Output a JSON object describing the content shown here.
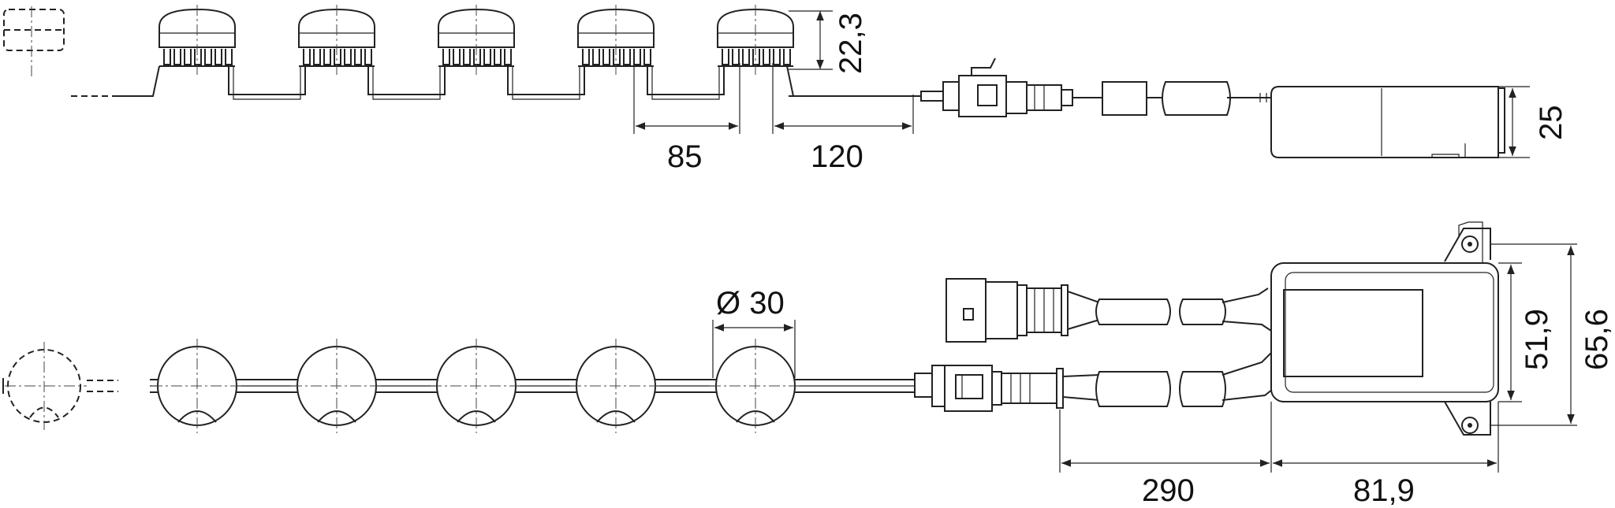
{
  "dimensions": {
    "height_led": "22,3",
    "pitch": "85",
    "lead": "120",
    "box_height": "25",
    "diameter": "Ø 30",
    "cable_length": "290",
    "box_length": "81,9",
    "box_width_inner": "51,9",
    "box_width_outer": "65,6"
  },
  "colors": {
    "line": "#222222",
    "background": "#ffffff"
  },
  "views": [
    "side-view",
    "top-view"
  ]
}
